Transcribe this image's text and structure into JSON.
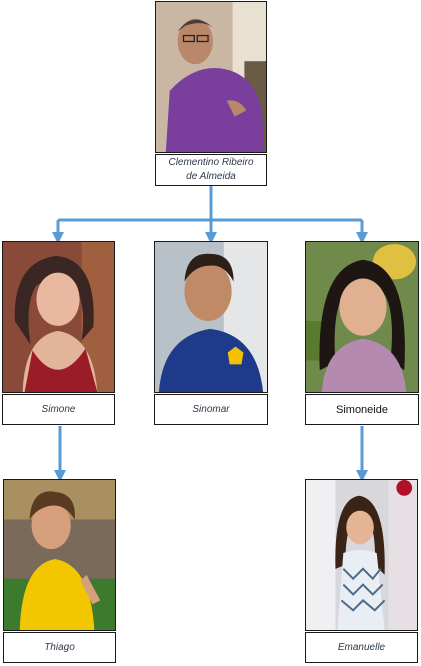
{
  "colors": {
    "connector": "#5b9bd5",
    "border": "#1a1a1a"
  },
  "root": {
    "name_line1": "Clementino Ribeiro",
    "name_line2": "de Almeida"
  },
  "children": [
    {
      "name": "Simone"
    },
    {
      "name": "Sinomar"
    },
    {
      "name": "Simoneide"
    }
  ],
  "grandchildren": [
    {
      "name": "Thiago"
    },
    {
      "name": "Emanuelle"
    }
  ]
}
